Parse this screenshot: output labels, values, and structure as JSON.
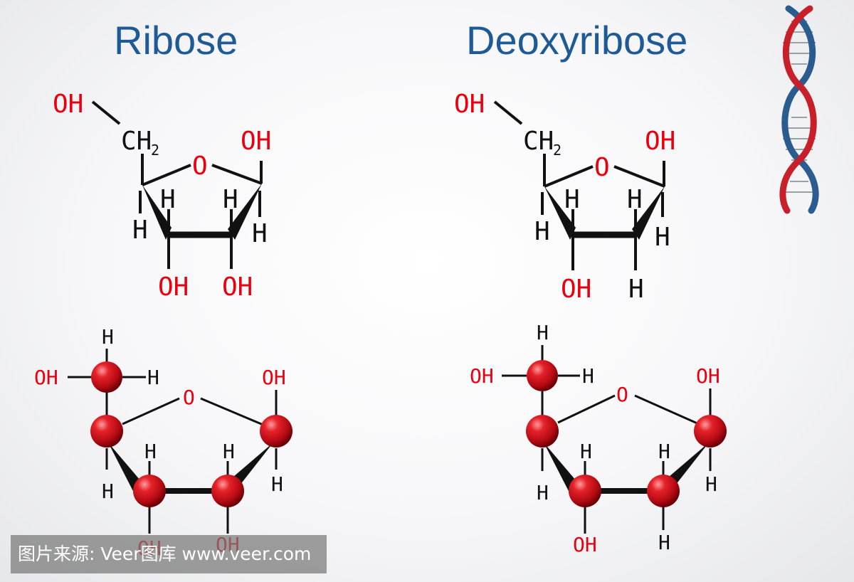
{
  "titles": {
    "left": "Ribose",
    "right": "Deoxyribose"
  },
  "atoms": {
    "oh": "OH",
    "o": "O",
    "h": "H",
    "ch": "CH",
    "two": "2"
  },
  "colors": {
    "title": "#1d5a96",
    "oxygen": "#e8000f",
    "bond": "#111111",
    "sphere": "#d4101a"
  },
  "icons": {
    "dna": "dna-helix-icon"
  },
  "watermark": "图片来源: Veer图库 www.veer.com"
}
